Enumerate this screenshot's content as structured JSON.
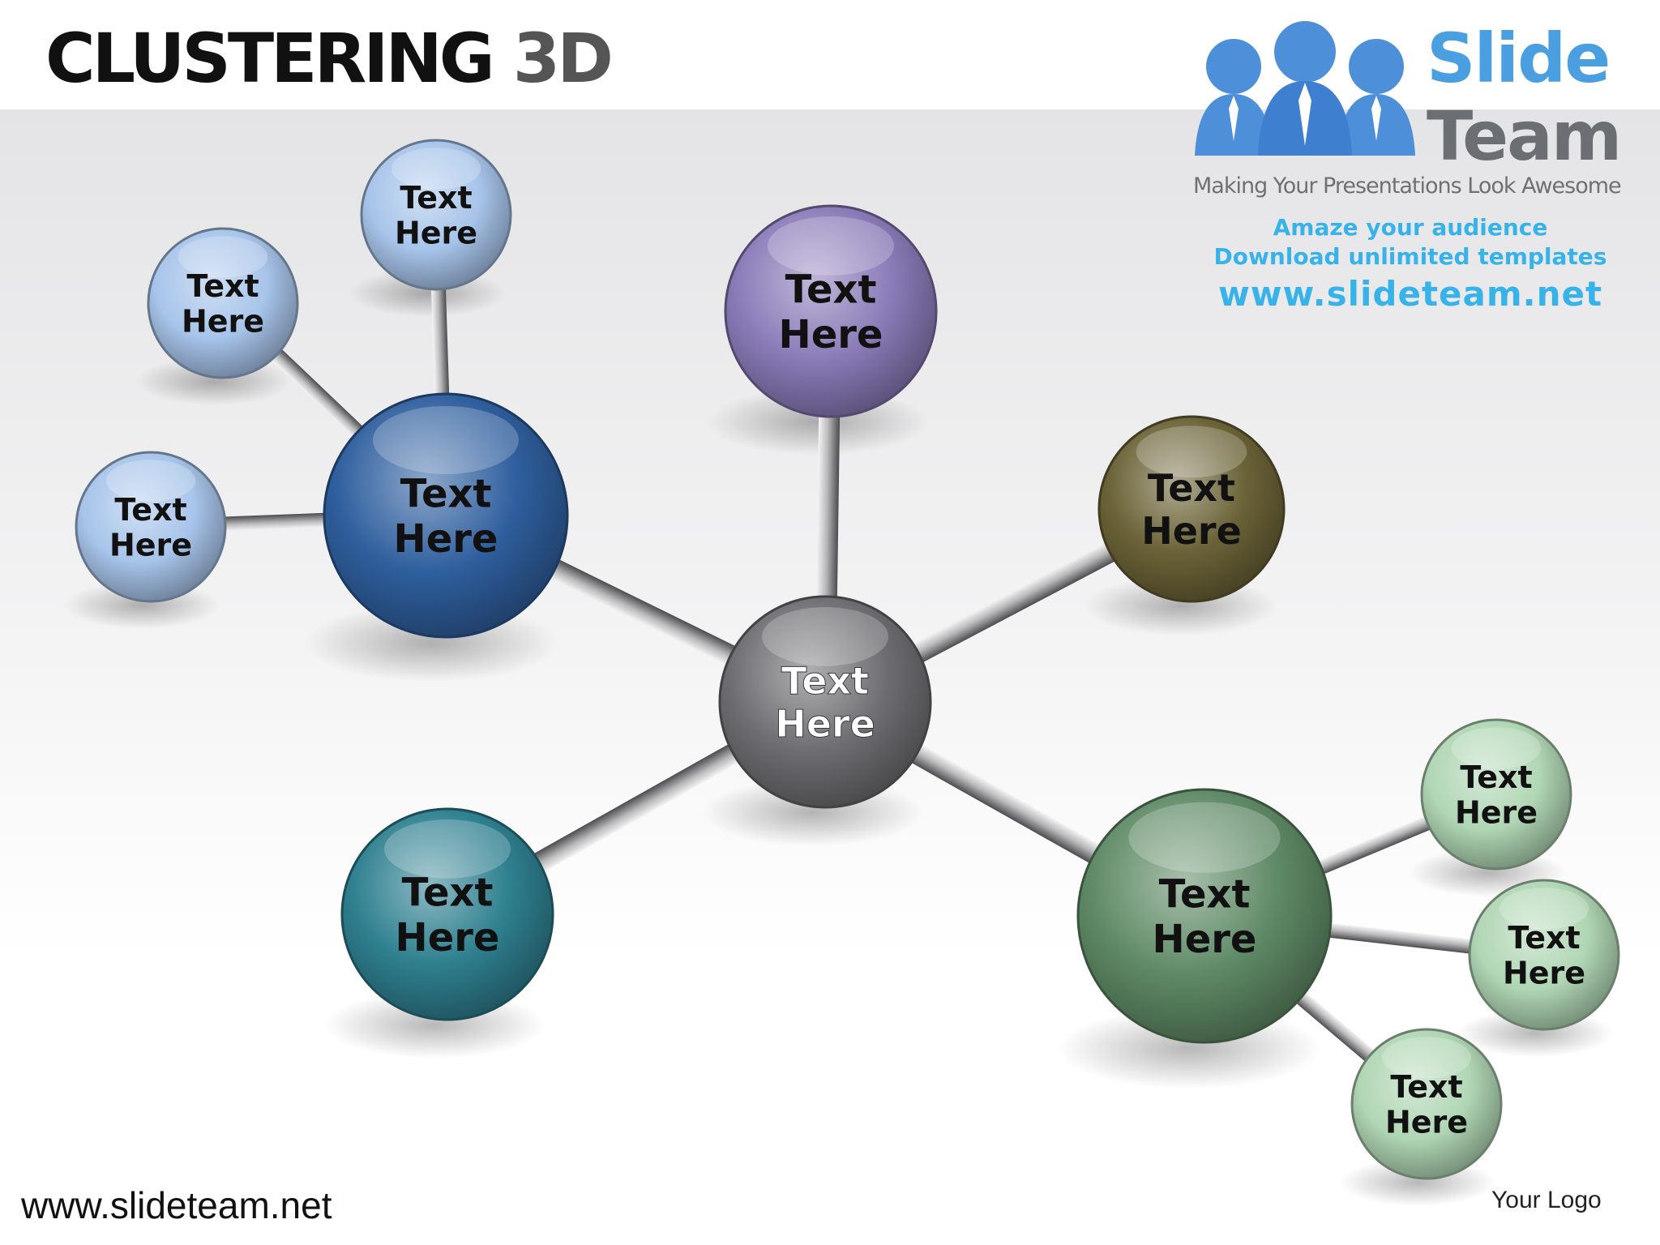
{
  "slide": {
    "title_main": "CLUSTERING",
    "title_accent": "3D",
    "footer_url": "www.slideteam.net",
    "footer_logo_text": "Your Logo"
  },
  "brand_logo": {
    "word1": "Slide",
    "word2": "Team",
    "tagline": "Making Your Presentations Look Awesome",
    "line1": "Amaze your audience",
    "line2": "Download unlimited templates",
    "url": "www.slideteam.net",
    "colors": {
      "blue": "#4a9fe0",
      "gray": "#6b6e73",
      "cyan": "#38b3ea"
    }
  },
  "diagram": {
    "center": {
      "id": "center",
      "text": [
        "Text",
        "Here"
      ],
      "color": "#6e6e72"
    },
    "nodes": [
      {
        "id": "blue-hub",
        "text": [
          "Text",
          "Here"
        ],
        "color": "#2f5f9e",
        "parent": "center"
      },
      {
        "id": "purple",
        "text": [
          "Text",
          "Here"
        ],
        "color": "#8a7bb8",
        "parent": "center"
      },
      {
        "id": "olive",
        "text": [
          "Text",
          "Here"
        ],
        "color": "#6b6337",
        "parent": "center"
      },
      {
        "id": "teal",
        "text": [
          "Text",
          "Here"
        ],
        "color": "#2f8090",
        "parent": "center"
      },
      {
        "id": "green-hub",
        "text": [
          "Text",
          "Here"
        ],
        "color": "#5f8a66",
        "parent": "center"
      },
      {
        "id": "blue-sat-top",
        "text": [
          "Text",
          "Here"
        ],
        "color": "#a7c4ea",
        "parent": "blue-hub"
      },
      {
        "id": "blue-sat-left",
        "text": [
          "Text",
          "Here"
        ],
        "color": "#a7c4ea",
        "parent": "blue-hub"
      },
      {
        "id": "blue-sat-bottom",
        "text": [
          "Text",
          "Here"
        ],
        "color": "#a7c4ea",
        "parent": "blue-hub"
      },
      {
        "id": "green-sat-top",
        "text": [
          "Text",
          "Here"
        ],
        "color": "#b0d6b4",
        "parent": "green-hub"
      },
      {
        "id": "green-sat-right",
        "text": [
          "Text",
          "Here"
        ],
        "color": "#b0d6b4",
        "parent": "green-hub"
      },
      {
        "id": "green-sat-bottom",
        "text": [
          "Text",
          "Here"
        ],
        "color": "#b0d6b4",
        "parent": "green-hub"
      }
    ]
  }
}
